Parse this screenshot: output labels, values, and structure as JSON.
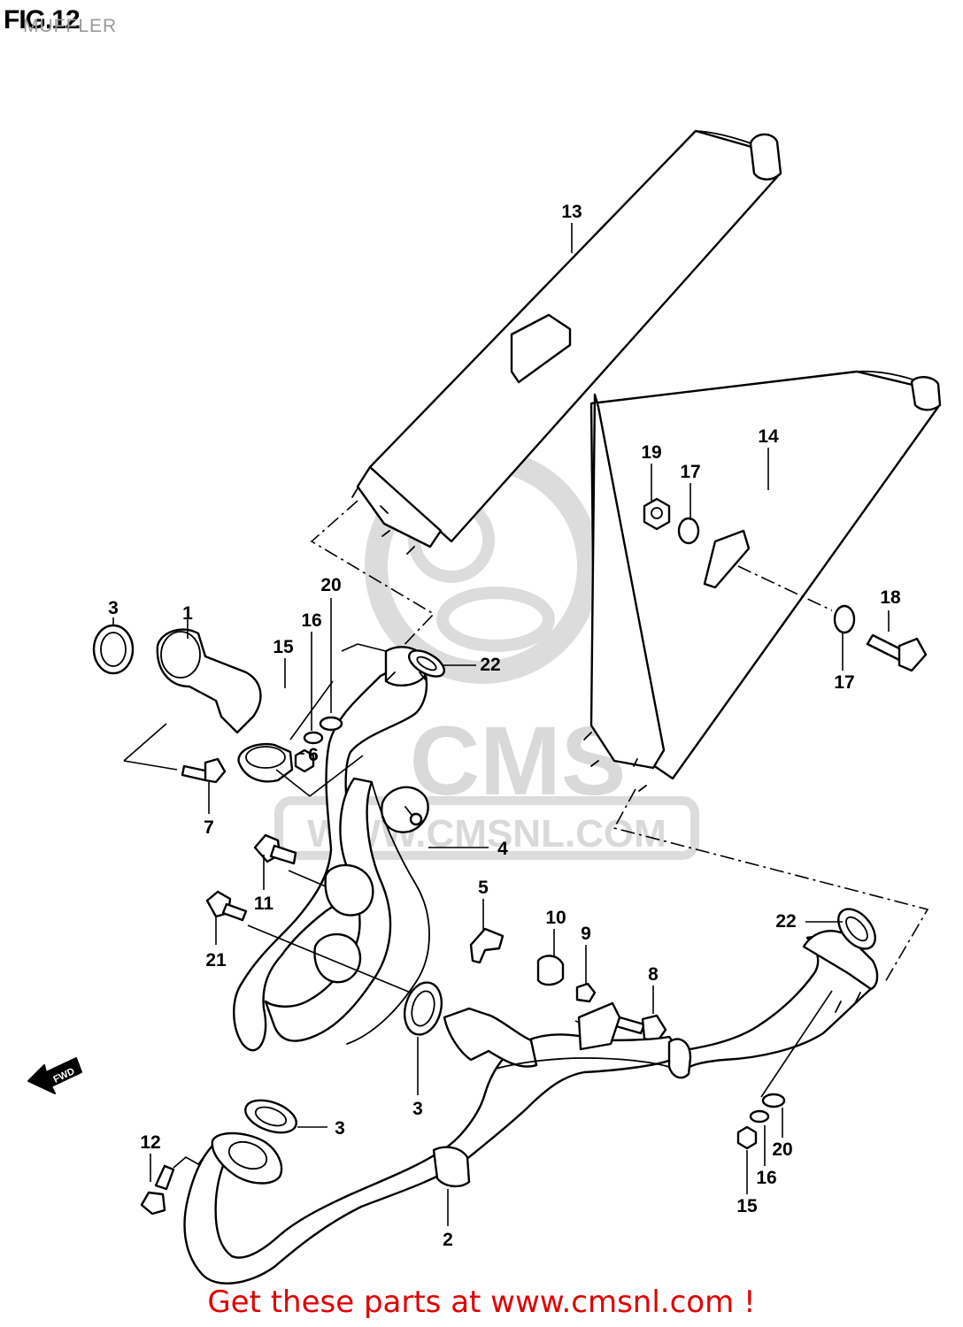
{
  "header": {
    "fig_label": "FIG.12",
    "fig_title": "MUFFLER"
  },
  "watermark": {
    "brand": "CMS",
    "url": "WWW.CMSNL.COM"
  },
  "fwd_label": "FWD",
  "callouts": [
    {
      "number": "13"
    },
    {
      "number": "14"
    },
    {
      "number": "19"
    },
    {
      "number": "17"
    },
    {
      "number": "18"
    },
    {
      "number": "17"
    },
    {
      "number": "3"
    },
    {
      "number": "1"
    },
    {
      "number": "20"
    },
    {
      "number": "16"
    },
    {
      "number": "15"
    },
    {
      "number": "22"
    },
    {
      "number": "6"
    },
    {
      "number": "7"
    },
    {
      "number": "4"
    },
    {
      "number": "11"
    },
    {
      "number": "5"
    },
    {
      "number": "21"
    },
    {
      "number": "10"
    },
    {
      "number": "9"
    },
    {
      "number": "8"
    },
    {
      "number": "22"
    },
    {
      "number": "3"
    },
    {
      "number": "3"
    },
    {
      "number": "12"
    },
    {
      "number": "2"
    },
    {
      "number": "20"
    },
    {
      "number": "16"
    },
    {
      "number": "15"
    }
  ],
  "footer": {
    "promo": "Get these parts at www.cmsnl.com !"
  }
}
